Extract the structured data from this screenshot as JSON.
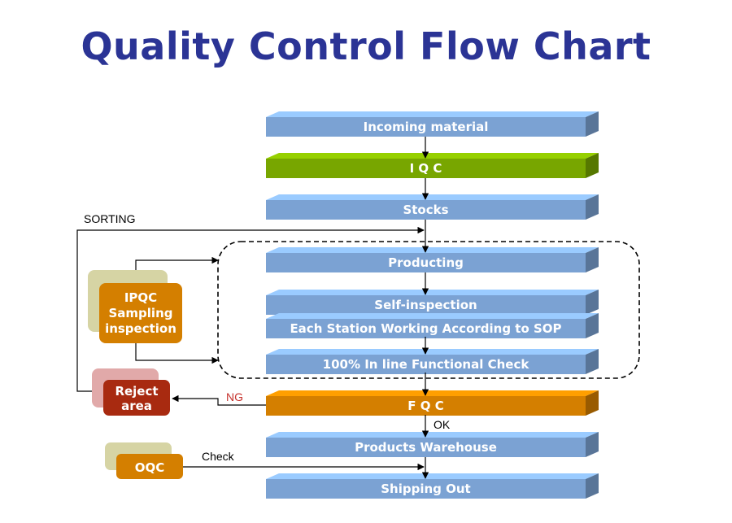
{
  "title": "Quality Control Flow Chart",
  "steps": [
    {
      "label": "Incoming material",
      "color": "#7ba2d3"
    },
    {
      "label": "I Q C",
      "color": "#78a600"
    },
    {
      "label": "Stocks",
      "color": "#7ba2d3"
    },
    {
      "label": "Producting",
      "color": "#7ba2d3"
    },
    {
      "label": "Self-inspection",
      "color": "#7ba2d3"
    },
    {
      "label": "Each Station Working According to SOP",
      "color": "#7ba2d3"
    },
    {
      "label": "100% In line Functional Check",
      "color": "#7ba2d3"
    },
    {
      "label": "F Q C",
      "color": "#d47f00"
    },
    {
      "label": "Products Warehouse",
      "color": "#7ba2d3"
    },
    {
      "label": "Shipping Out",
      "color": "#7ba2d3"
    }
  ],
  "side_boxes": {
    "ipqc": {
      "lines": [
        "IPQC",
        "Sampling",
        "inspection"
      ],
      "color": "#d47f00"
    },
    "reject": {
      "lines": [
        "Reject",
        "area"
      ],
      "color": "#a82a10"
    },
    "oqc": {
      "lines": [
        "OQC"
      ],
      "color": "#d47f00"
    }
  },
  "annotations": {
    "sorting": "SORTING",
    "ng": "NG",
    "ok": "OK",
    "check": "Check"
  },
  "colors": {
    "title": "#2b3495",
    "bar_blue": "#7ba2d3",
    "bar_green": "#78a600",
    "bar_orange": "#d47f00",
    "ng_text": "#c6302b"
  }
}
